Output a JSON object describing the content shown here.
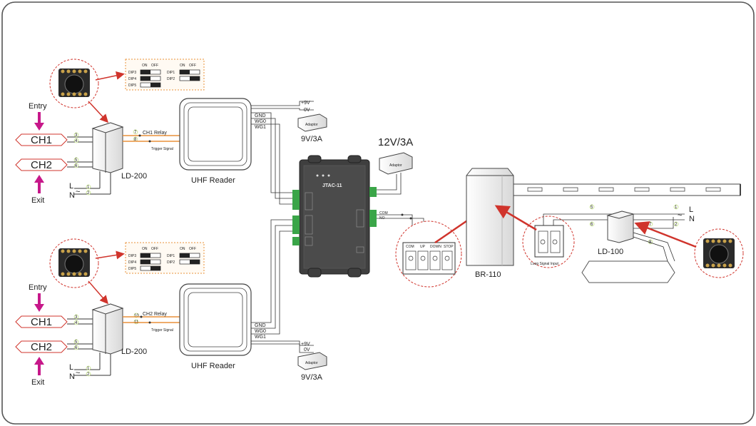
{
  "diagram": {
    "top_panel": {
      "entry": "Entry",
      "exit": "Exit",
      "ch1": "CH1",
      "ch2": "CH2",
      "dip_on": "ON",
      "dip_off": "OFF",
      "dip3": "DIP3",
      "dip4": "DIP4",
      "dip5": "DIP5",
      "dip1": "DIP1",
      "dip2": "DIP2",
      "relay": "CH1  Relay",
      "trigger": "Trigger Signal",
      "ld_label": "LD-200",
      "reader_label": "UHF Reader",
      "gnd": "GND",
      "wg0": "WG0",
      "wg1": "WG1",
      "plus9v": "+9V",
      "zero_v": "0V",
      "adapter_label": "Adaptor",
      "adapter_rating": "9V/3A",
      "l": "L",
      "n": "N",
      "pins": [
        "3",
        "4",
        "5",
        "6",
        "1",
        "2",
        "7",
        "8"
      ]
    },
    "bottom_panel": {
      "entry": "Entry",
      "exit": "Exit",
      "ch1": "CH1",
      "ch2": "CH2",
      "dip_on": "ON",
      "dip_off": "OFF",
      "dip3": "DIP3",
      "dip4": "DIP4",
      "dip5": "DIP5",
      "dip1": "DIP1",
      "dip2": "DIP2",
      "relay": "CH2  Relay",
      "trigger": "Trigger Signal",
      "ld_label": "LD-200",
      "reader_label": "UHF Reader",
      "gnd": "GND",
      "wg0": "WG0",
      "wg1": "WG1",
      "plus9v": "+9V",
      "zero_v": "0V",
      "adapter_label": "Adaptor",
      "adapter_rating": "9V/3A",
      "l": "L",
      "n": "N",
      "pins": [
        "3",
        "4",
        "5",
        "6",
        "1",
        "2",
        "10",
        "11"
      ]
    },
    "controller": {
      "name": "JTAC-11",
      "power_adapter_rating": "12V/3A",
      "power_adapter_label": "Adaptor",
      "com": "COM",
      "no": "NO"
    },
    "barrier": {
      "name": "BR-110",
      "terminals": [
        "COM",
        "UP",
        "DOWN",
        "STOP"
      ]
    },
    "loop": {
      "input_label": "Loop Signal Input",
      "detector": "LD-100",
      "l": "L",
      "n": "N",
      "pins": [
        "5",
        "6",
        "1",
        "2",
        "7",
        "8"
      ]
    },
    "colors": {
      "accent_red": "#d0342c",
      "relay_orange": "#e8913a",
      "entry_arrow": "#c7188a",
      "terminal_green": "#3aa548",
      "wire_dark": "#333333"
    }
  }
}
